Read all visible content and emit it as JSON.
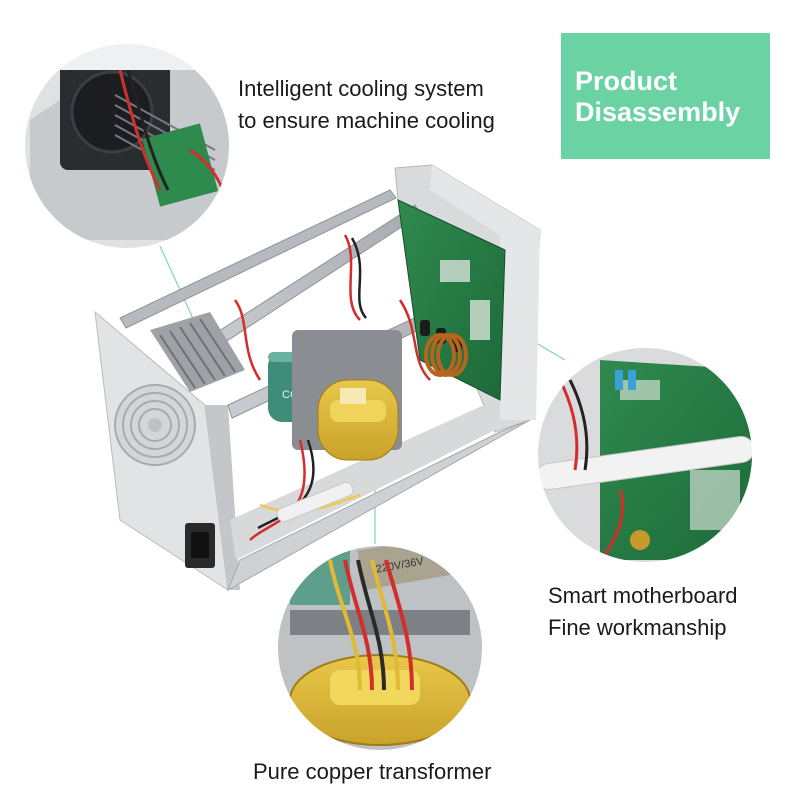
{
  "badge": {
    "line1": "Product",
    "line2": "Disassembly",
    "color": "#6bd3a3"
  },
  "callouts": {
    "cooling": {
      "line1": "Intelligent cooling system",
      "line2": "to ensure machine cooling"
    },
    "motherboard": {
      "line1": "Smart motherboard",
      "line2": "Fine workmanship"
    },
    "transformer": {
      "line1": "Pure copper transformer"
    }
  },
  "transformer_label": "220V/36V",
  "capacitor_label": "CON",
  "leader_color": "#7fd6b0"
}
